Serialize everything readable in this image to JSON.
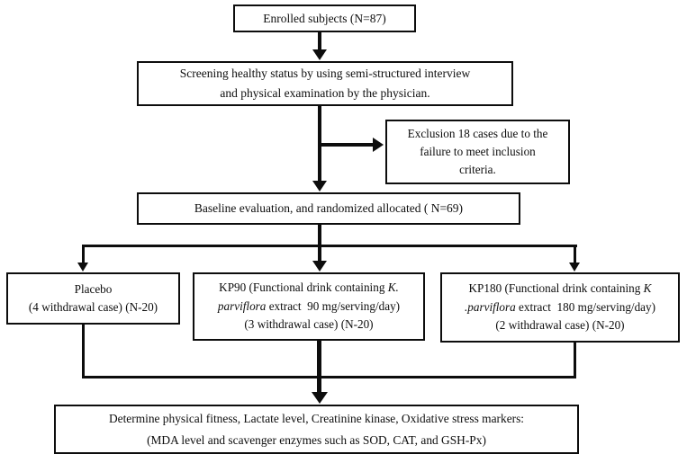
{
  "canvas": {
    "background": "#ffffff",
    "line_color": "#0d0d0d"
  },
  "nodes": {
    "enrolled": {
      "lines": [
        "Enrolled subjects (N=87)"
      ]
    },
    "screening": {
      "lines": [
        "Screening healthy status by using semi-structured interview",
        "and physical examination by the physician."
      ]
    },
    "exclusion": {
      "lines": [
        "Exclusion 18 cases due to the",
        "failure to meet inclusion",
        "criteria."
      ]
    },
    "baseline": {
      "lines": [
        "Baseline evaluation, and randomized allocated ( N=69)"
      ]
    },
    "placebo": {
      "lines": [
        "Placebo",
        "(4 withdrawal case) (N-20)"
      ]
    },
    "kp90": {
      "line1_regular": "KP90 (Functional drink containing ",
      "line1_italic": "K.",
      "line2_italic": "parviflora",
      "line2_regular": " extract  90 mg/serving/day)",
      "line3": "(3 withdrawal case) (N-20)"
    },
    "kp180": {
      "line1_regular": "KP180 (Functional drink containing ",
      "line1_italic": "K",
      "line2_italic": ".parviflora",
      "line2_regular": " extract  180 mg/serving/day)",
      "line3": "(2 withdrawal case) (N-20)"
    },
    "outcome": {
      "lines": [
        "Determine physical fitness, Lactate level, Creatinine kinase, Oxidative stress markers:",
        "(MDA level and scavenger enzymes such as SOD, CAT, and GSH-Px)"
      ]
    }
  }
}
